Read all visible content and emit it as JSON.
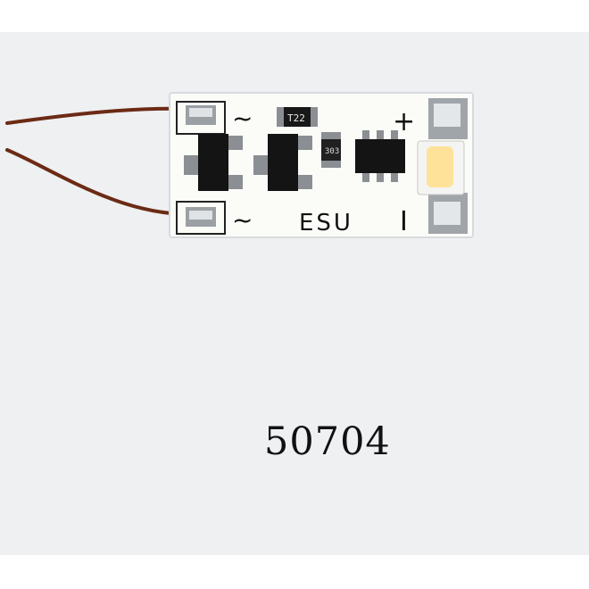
{
  "product": {
    "code": "50704",
    "board_marking": "ESU",
    "plus_mark": "+",
    "minus_mark": "I",
    "ac_mark": "~",
    "resistor_code": "T22",
    "cap_code": "303"
  },
  "colors": {
    "background": "#eef0f2",
    "board": "#fbfbf8",
    "wire": "#6b2b14",
    "led": "#ffe29a"
  }
}
